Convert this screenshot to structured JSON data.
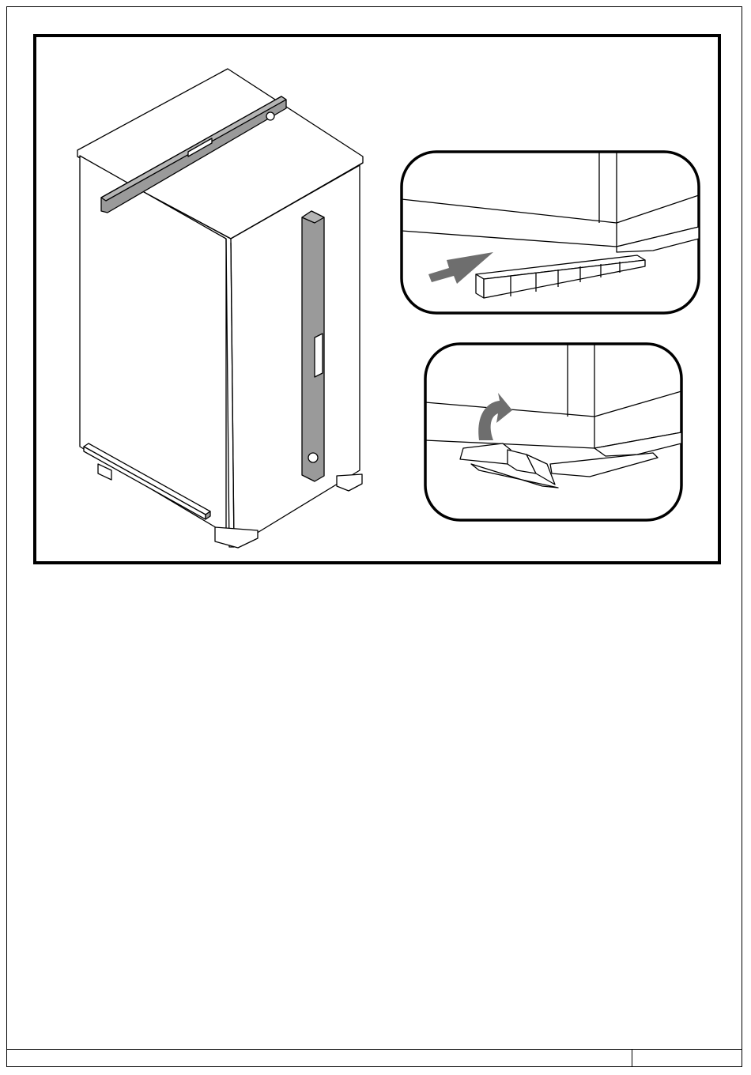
{
  "document": {
    "figure": {
      "main_illustration": {
        "subject": "cabinet-with-spirit-levels"
      },
      "detail_top": {
        "subject": "wedge-shims-insertion",
        "arrow_icon": "push-arrow-icon"
      },
      "detail_bottom": {
        "subject": "wedge-shims-break-off",
        "arrow_icon": "curved-up-arrow-icon"
      }
    },
    "footer": {
      "left_text": "",
      "page_number": ""
    },
    "colors": {
      "line": "#000000",
      "level_fill": "#9a9a9a",
      "arrow_fill": "#6e6e6e",
      "background": "#ffffff"
    }
  }
}
